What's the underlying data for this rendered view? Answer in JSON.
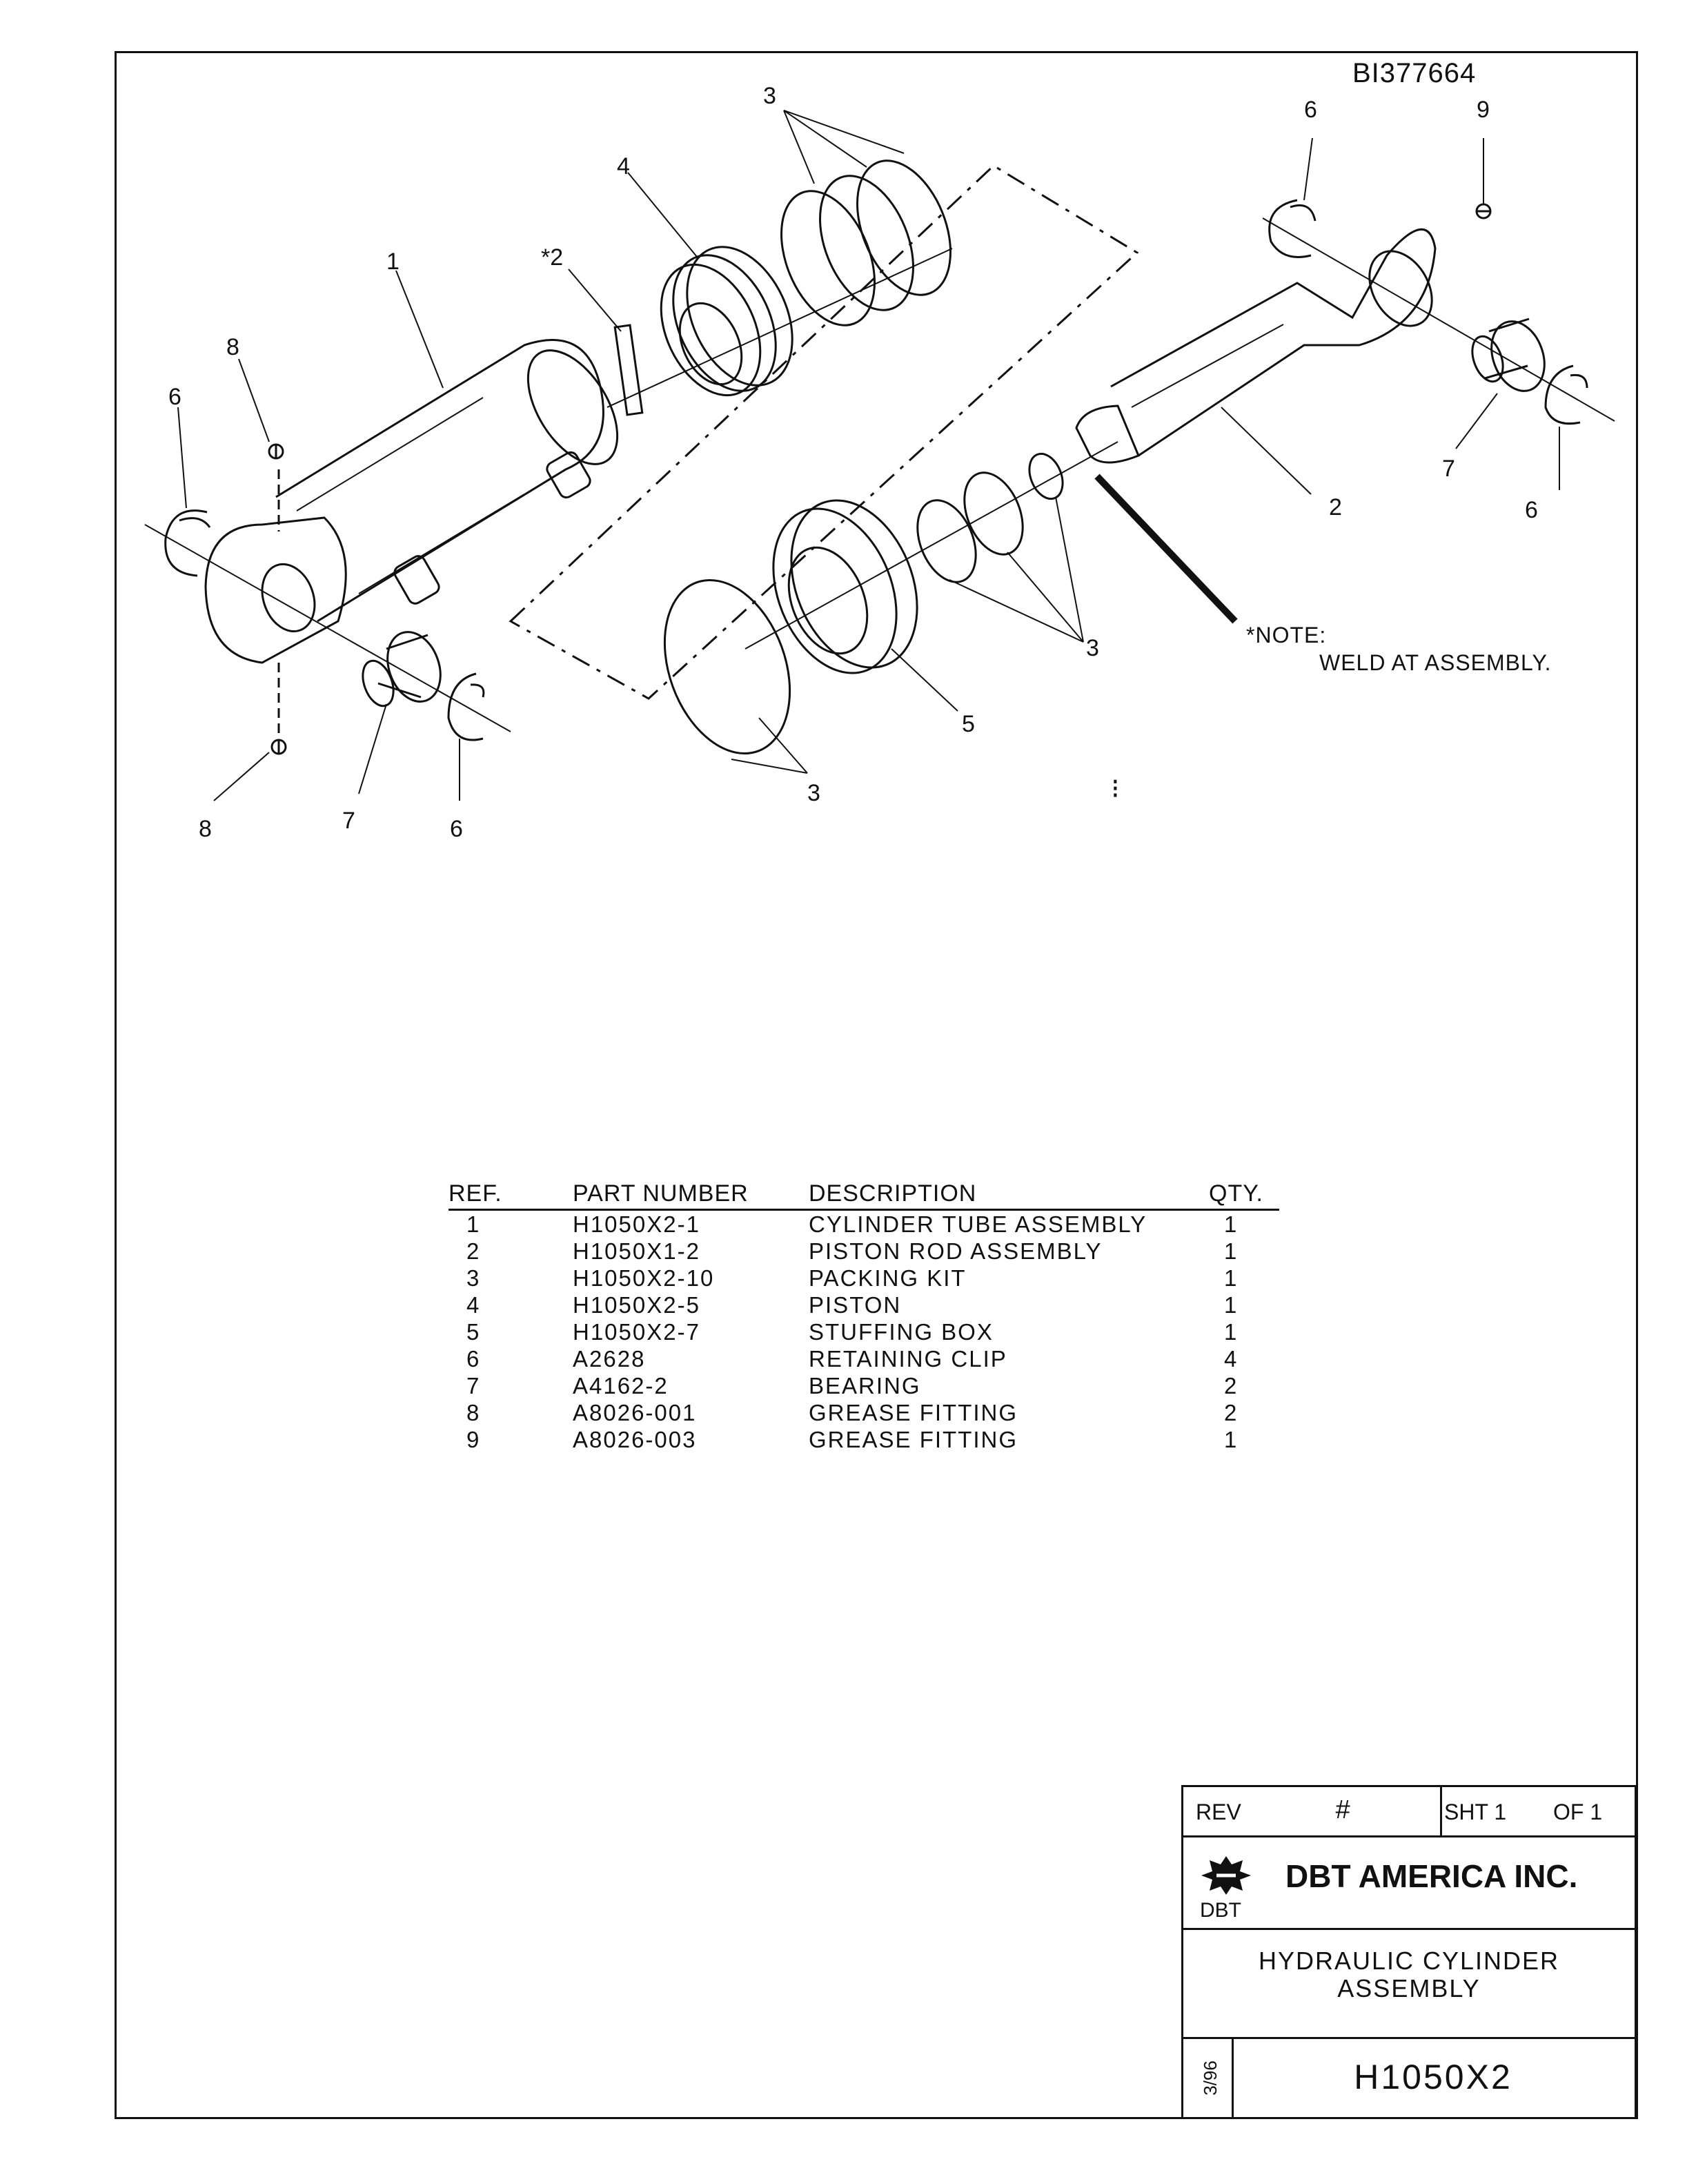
{
  "document_id": "BI377664",
  "bin_marks": "⁝",
  "callouts": {
    "c1": "1",
    "c2": "*2",
    "c3a": "3",
    "c3b": "3",
    "c3c": "3",
    "c4": "4",
    "c5": "5",
    "c6a": "6",
    "c6b": "6",
    "c6c": "6",
    "c6d": "6",
    "c7a": "7",
    "c7b": "7",
    "c8a": "8",
    "c8b": "8",
    "c9": "9",
    "c2b": "2"
  },
  "note": {
    "line1": "*NOTE:",
    "line2": "WELD AT ASSEMBLY."
  },
  "parts_table": {
    "headers": {
      "ref": "REF.",
      "part_number": "PART NUMBER",
      "description": "DESCRIPTION",
      "qty": "QTY."
    },
    "rows": [
      {
        "ref": "1",
        "part_number": "H1050X2-1",
        "description": "CYLINDER TUBE ASSEMBLY",
        "qty": "1"
      },
      {
        "ref": "2",
        "part_number": "H1050X1-2",
        "description": "PISTON ROD ASSEMBLY",
        "qty": "1"
      },
      {
        "ref": "3",
        "part_number": "H1050X2-10",
        "description": "PACKING KIT",
        "qty": "1"
      },
      {
        "ref": "4",
        "part_number": "H1050X2-5",
        "description": "PISTON",
        "qty": "1"
      },
      {
        "ref": "5",
        "part_number": "H1050X2-7",
        "description": "STUFFING BOX",
        "qty": "1"
      },
      {
        "ref": "6",
        "part_number": "A2628",
        "description": "RETAINING CLIP",
        "qty": "4"
      },
      {
        "ref": "7",
        "part_number": "A4162-2",
        "description": "BEARING",
        "qty": "2"
      },
      {
        "ref": "8",
        "part_number": "A8026-001",
        "description": "GREASE FITTING",
        "qty": "2"
      },
      {
        "ref": "9",
        "part_number": "A8026-003",
        "description": "GREASE FITTING",
        "qty": "1"
      }
    ]
  },
  "title_block": {
    "rev_label": "REV",
    "rev_value": "#",
    "sheet_label": "SHT 1",
    "of_label": "OF 1",
    "company": "DBT AMERICA INC.",
    "brand": "DBT",
    "title_line1": "HYDRAULIC CYLINDER",
    "title_line2": "ASSEMBLY",
    "date": "3/96",
    "drawing_number": "H1050X2"
  }
}
